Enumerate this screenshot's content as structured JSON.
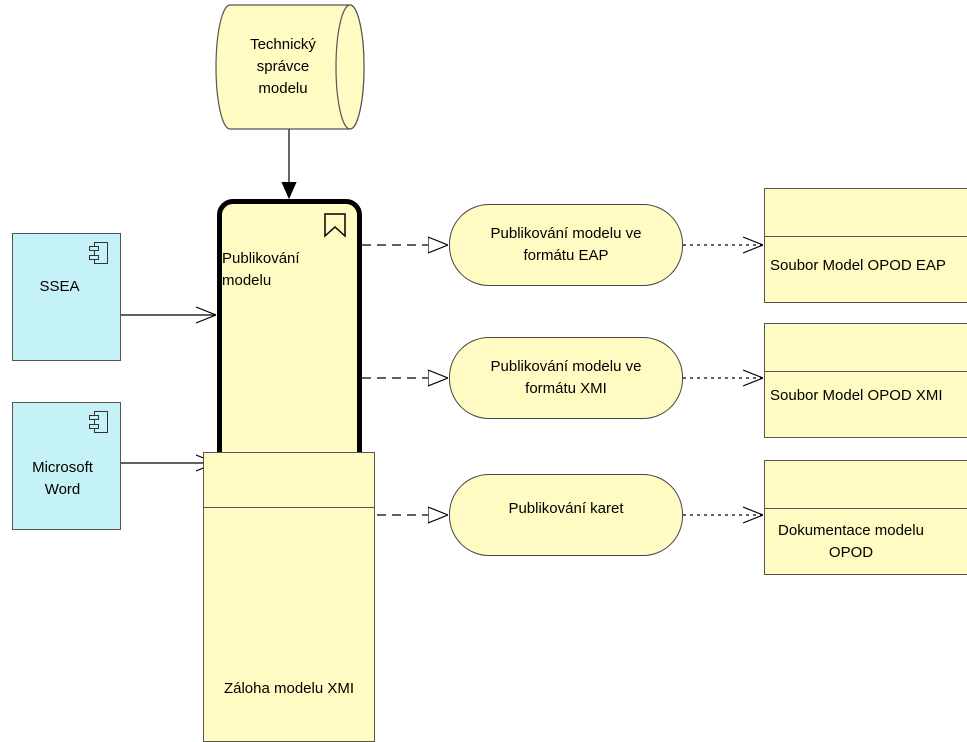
{
  "nodes": {
    "technicky_spravce": {
      "lines": [
        "Technický",
        "správce",
        "modelu"
      ]
    },
    "publikovani_modelu": {
      "lines": [
        "Publikování",
        "modelu"
      ]
    },
    "ssea": {
      "label": "SSEA"
    },
    "microsoft_word": {
      "lines": [
        "Microsoft",
        "Word"
      ]
    },
    "svc_eap": {
      "lines": [
        "Publikování modelu ve",
        "formátu EAP"
      ]
    },
    "svc_xmi": {
      "lines": [
        "Publikování modelu ve",
        "formátu XMI"
      ]
    },
    "svc_karet": {
      "label": "Publikování karet"
    },
    "obj_eap": {
      "label": "Soubor Model OPOD EAP"
    },
    "obj_xmi": {
      "label": "Soubor Model OPOD XMI"
    },
    "obj_dok": {
      "lines": [
        "Dokumentace modelu",
        "OPOD"
      ]
    },
    "obj_zaloha": {
      "label": "Záloha modelu XMI"
    }
  },
  "colors": {
    "application_component": "#c5f2f6",
    "business_element": "#fffbc3"
  },
  "icons": {
    "process": "bookmark-icon",
    "component": "component-icon"
  }
}
